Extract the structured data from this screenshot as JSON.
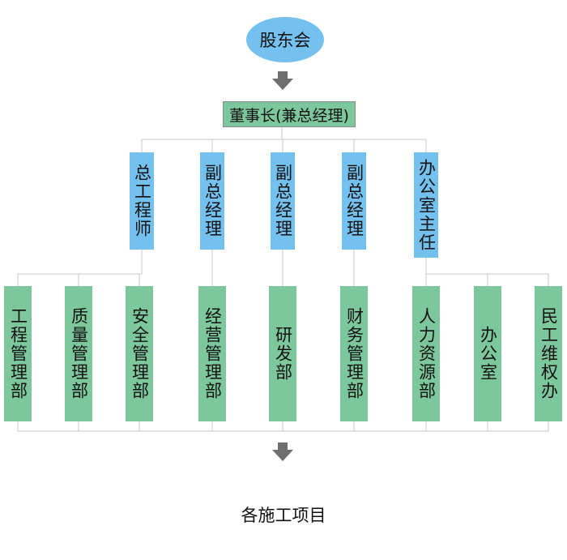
{
  "top": {
    "label": "股东会"
  },
  "chair": {
    "label": "董事长(兼总经理)"
  },
  "managers": [
    {
      "label": "总工程师"
    },
    {
      "label": "副总经理"
    },
    {
      "label": "副总经理"
    },
    {
      "label": "副总经理"
    },
    {
      "label": "办公室主任"
    }
  ],
  "departments": [
    {
      "label": "工程管理部"
    },
    {
      "label": "质量管理部"
    },
    {
      "label": "安全管理部"
    },
    {
      "label": "经营管理部"
    },
    {
      "label": "研发部"
    },
    {
      "label": "财务管理部"
    },
    {
      "label": "人力资源部"
    },
    {
      "label": "办公室"
    },
    {
      "label": "民工维权办"
    }
  ],
  "bottom": {
    "label": "各施工项目"
  },
  "colors": {
    "blue": "#74c0ee",
    "green": "#7dc79c",
    "line": "#c8c8c8",
    "arrow": "#6e6e6e"
  }
}
